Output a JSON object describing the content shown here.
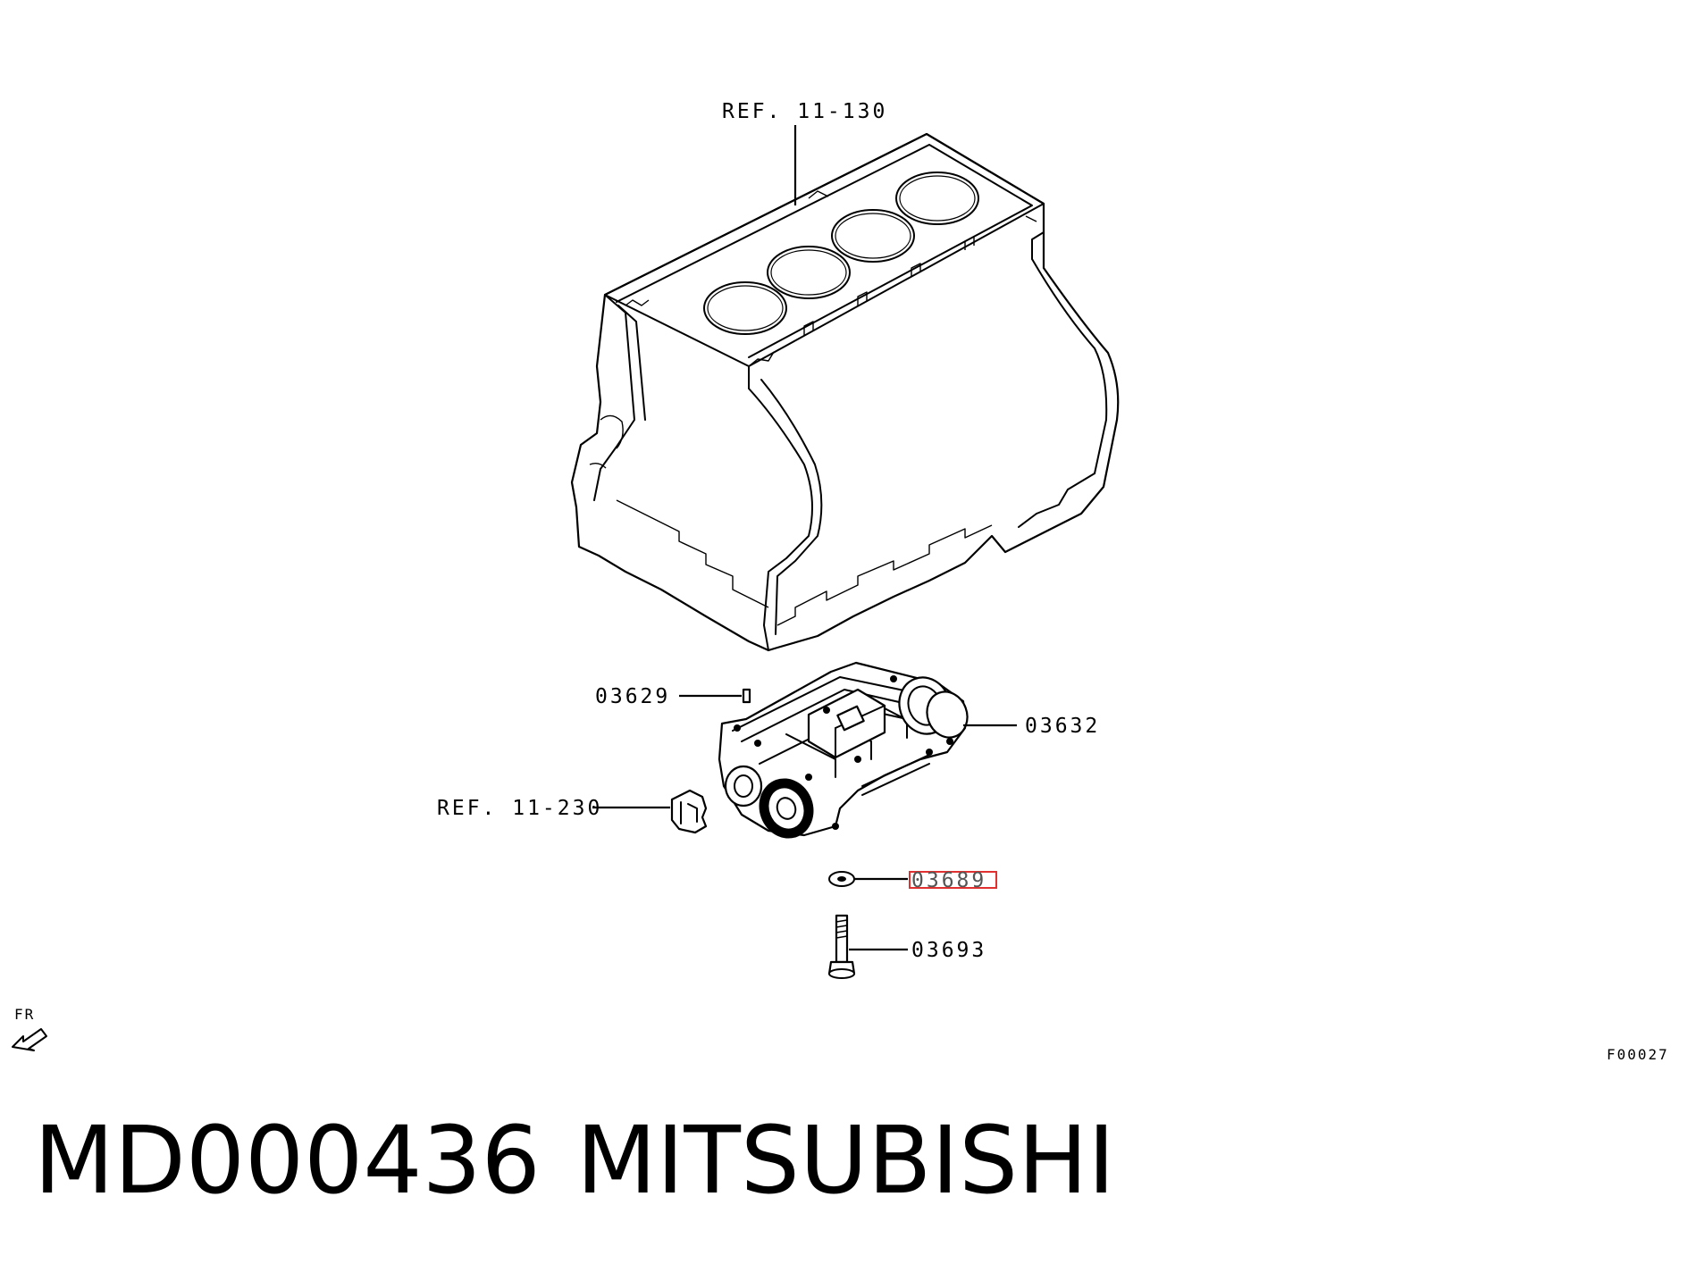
{
  "callouts": {
    "ref_cylinder_block": "REF. 11-130",
    "part_03629": "03629",
    "part_03632": "03632",
    "ref_11_230": "REF. 11-230",
    "part_03689": "03689",
    "part_03693": "03693"
  },
  "direction_marker": "FR",
  "figure_code": "F00027",
  "caption": {
    "part_number": "MD000436",
    "brand": "MITSUBISHI"
  },
  "highlight_color": "#e03030"
}
